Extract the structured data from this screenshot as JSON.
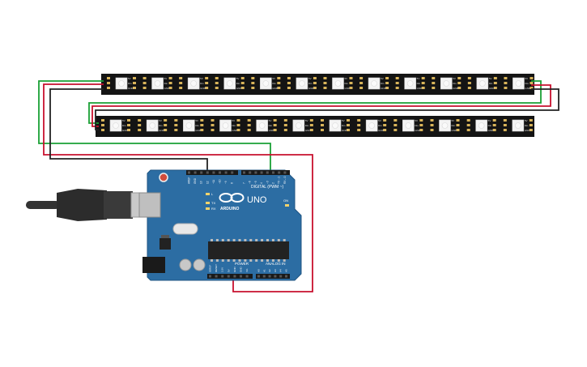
{
  "board": {
    "model": "UNO",
    "brand": "ARDUINO",
    "digital_label": "DIGITAL (PWM ~)",
    "power_label": "POWER",
    "analog_label": "ANALOG IN",
    "led_on": "ON",
    "led_l": "L",
    "led_tx": "TX",
    "led_rx": "RX",
    "top_pins": [
      "AREF",
      "GND",
      "13",
      "12",
      "~11",
      "~10",
      "~9",
      "8",
      "7",
      "~6",
      "~5",
      "4",
      "~3",
      "2",
      "TX→1",
      "RX←0"
    ],
    "power_pins": [
      "IOREF",
      "RESET",
      "3.3V",
      "5V",
      "GND",
      "GND",
      "Vin"
    ],
    "analog_pins": [
      "A0",
      "A1",
      "A2",
      "A3",
      "A4",
      "A5"
    ]
  },
  "strip": {
    "pad_labels": [
      "5V",
      "Din",
      "GND"
    ],
    "pixel_count": 12
  },
  "colors": {
    "board": "#2c6da3",
    "board_edge": "#1f5583",
    "strip": "#141414",
    "wire_red": "#c8102e",
    "wire_green": "#1aa035",
    "wire_black": "#222222",
    "usb_metal": "#c9c9c9",
    "usb_plug": "#333333"
  }
}
